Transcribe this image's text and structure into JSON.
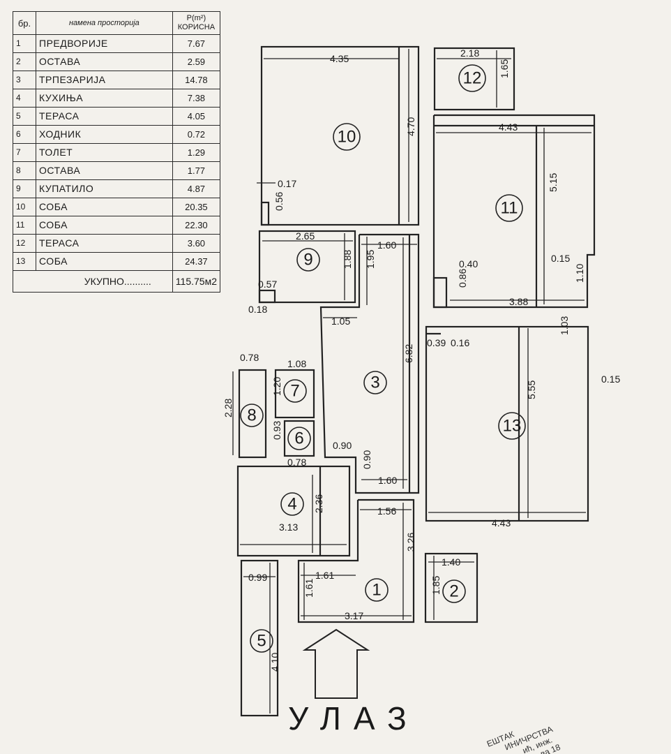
{
  "table": {
    "headers": {
      "no": "бр.",
      "name": "намена просторија",
      "area_line1": "P(m²)",
      "area_line2": "КОРИСНА"
    },
    "rows": [
      {
        "no": "1",
        "name": "ПРЕДВОРИЈЕ",
        "area": "7.67"
      },
      {
        "no": "2",
        "name": "ОСТАВА",
        "area": "2.59"
      },
      {
        "no": "3",
        "name": "ТРПЕЗАРИЈА",
        "area": "14.78"
      },
      {
        "no": "4",
        "name": "КУХИЊА",
        "area": "7.38"
      },
      {
        "no": "5",
        "name": "ТЕРАСА",
        "area": "4.05"
      },
      {
        "no": "6",
        "name": "ХОДНИК",
        "area": "0.72"
      },
      {
        "no": "7",
        "name": "ТОЛЕТ",
        "area": "1.29"
      },
      {
        "no": "8",
        "name": "ОСТАВА",
        "area": "1.77"
      },
      {
        "no": "9",
        "name": "КУПАТИЛО",
        "area": "4.87"
      },
      {
        "no": "10",
        "name": "СОБА",
        "area": "20.35"
      },
      {
        "no": "11",
        "name": "СОБА",
        "area": "22.30"
      },
      {
        "no": "12",
        "name": "ТЕРАСА",
        "area": "3.60"
      },
      {
        "no": "13",
        "name": "СОБА",
        "area": "24.37"
      }
    ],
    "total_label": "УКУПНО..........",
    "total_value": "115.75м2"
  },
  "plan": {
    "room_numbers": [
      "1",
      "2",
      "3",
      "4",
      "5",
      "6",
      "7",
      "8",
      "9",
      "10",
      "11",
      "12",
      "13"
    ],
    "dimensions": {
      "r10_w": "4.35",
      "r10_h": "4.70",
      "r10_a": "0.17",
      "r10_b": "0.56",
      "r12_w": "2.18",
      "r12_h": "1.65",
      "r11_w": "4.43",
      "r11_h": "5.15",
      "r11_a": "0.40",
      "r11_b": "0.86",
      "r11_c": "3.88",
      "r11_d": "0.15",
      "r11_e": "1.10",
      "r9_w": "2.65",
      "r9_h": "1.88",
      "r9_a": "0.57",
      "r9_b": "0.18",
      "r3_a": "1.60",
      "r3_b": "1.95",
      "r3_c": "1.05",
      "r3_h": "6.82",
      "r3_d": "0.90",
      "r3_e": "0.90",
      "r3_f": "1.60",
      "r13_a": "0.39",
      "r13_b": "0.16",
      "r13_c": "1.03",
      "r13_h": "5.55",
      "r13_d": "0.15",
      "r13_w": "4.43",
      "r7_a": "0.78",
      "r7_w": "1.08",
      "r7_h": "1.20",
      "r8_h": "2.28",
      "r6_h": "0.93",
      "r6_w": "0.78",
      "r4_h": "2.36",
      "r4_w": "3.13",
      "r1_a": "1.56",
      "r1_h": "3.26",
      "r1_b": "1.61",
      "r1_c": "1.61",
      "r1_w": "3.17",
      "r2_w": "1.40",
      "r2_h": "1.85",
      "r5_w": "0.99",
      "r5_h": "4.10"
    },
    "entrance_label": "УЛАЗ",
    "stamp_lines": [
      "ЕШТАК",
      "ИНИЧРСТВА",
      "ић, инж.",
      "ва 18"
    ]
  }
}
